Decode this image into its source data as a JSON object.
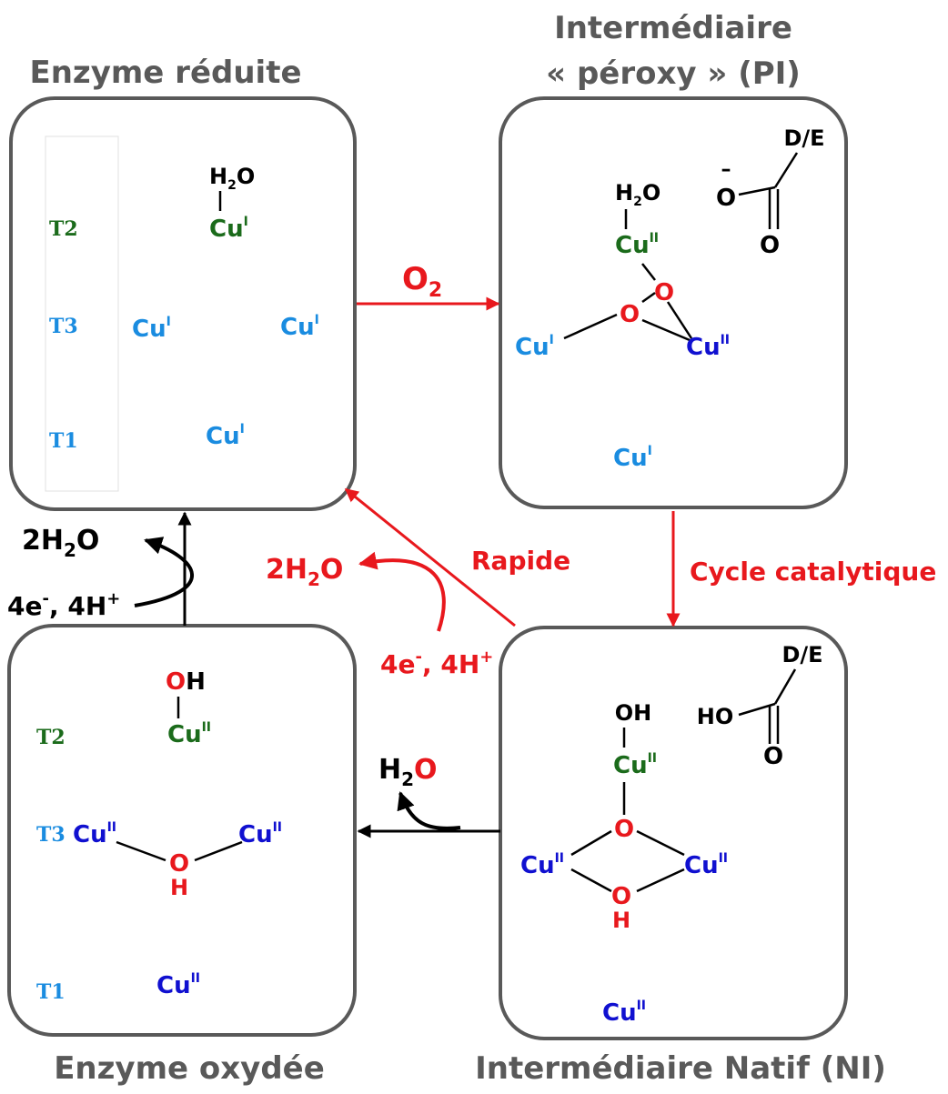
{
  "colors": {
    "title_gray": "#595959",
    "box_stroke": "#595959",
    "red": "#e8181d",
    "dark_green": "#1b6b1b",
    "light_blue": "#1a8ce0",
    "dark_blue": "#1010d0",
    "black": "#000000"
  },
  "titles": {
    "reduced": "Enzyme réduite",
    "peroxy_line1": "Intermédiaire",
    "peroxy_line2": "« péroxy » (PI)",
    "oxidized": "Enzyme oxydée",
    "native": "Intermédiaire Natif (NI)"
  },
  "site_labels": {
    "t1": "T1",
    "t2": "T2",
    "t3": "T3"
  },
  "species": {
    "cu": "Cu",
    "ox_I": "I",
    "ox_II": "II",
    "water_H": "H",
    "water_2": "2",
    "water_O": "O",
    "oxygen": "O",
    "hydroxyl_O": "O",
    "hydroxyl_H": "H",
    "oh": "OH",
    "ho": "HO",
    "de": "D/E",
    "carboxylate_minus": "–"
  },
  "arrows": {
    "o2_O": "O",
    "o2_sub": "2",
    "cycle": "Cycle catalytique",
    "rapide": "Rapide",
    "two_h2o_prefix": "2H",
    "two_h2o_sub": "2",
    "two_h2o_suffix": "O",
    "electrons": "4e",
    "electrons_sup": "-",
    "protons": ", 4H",
    "protons_sup": "+",
    "h2o_H": "H",
    "h2o_sub": "2",
    "h2o_O": "O"
  }
}
